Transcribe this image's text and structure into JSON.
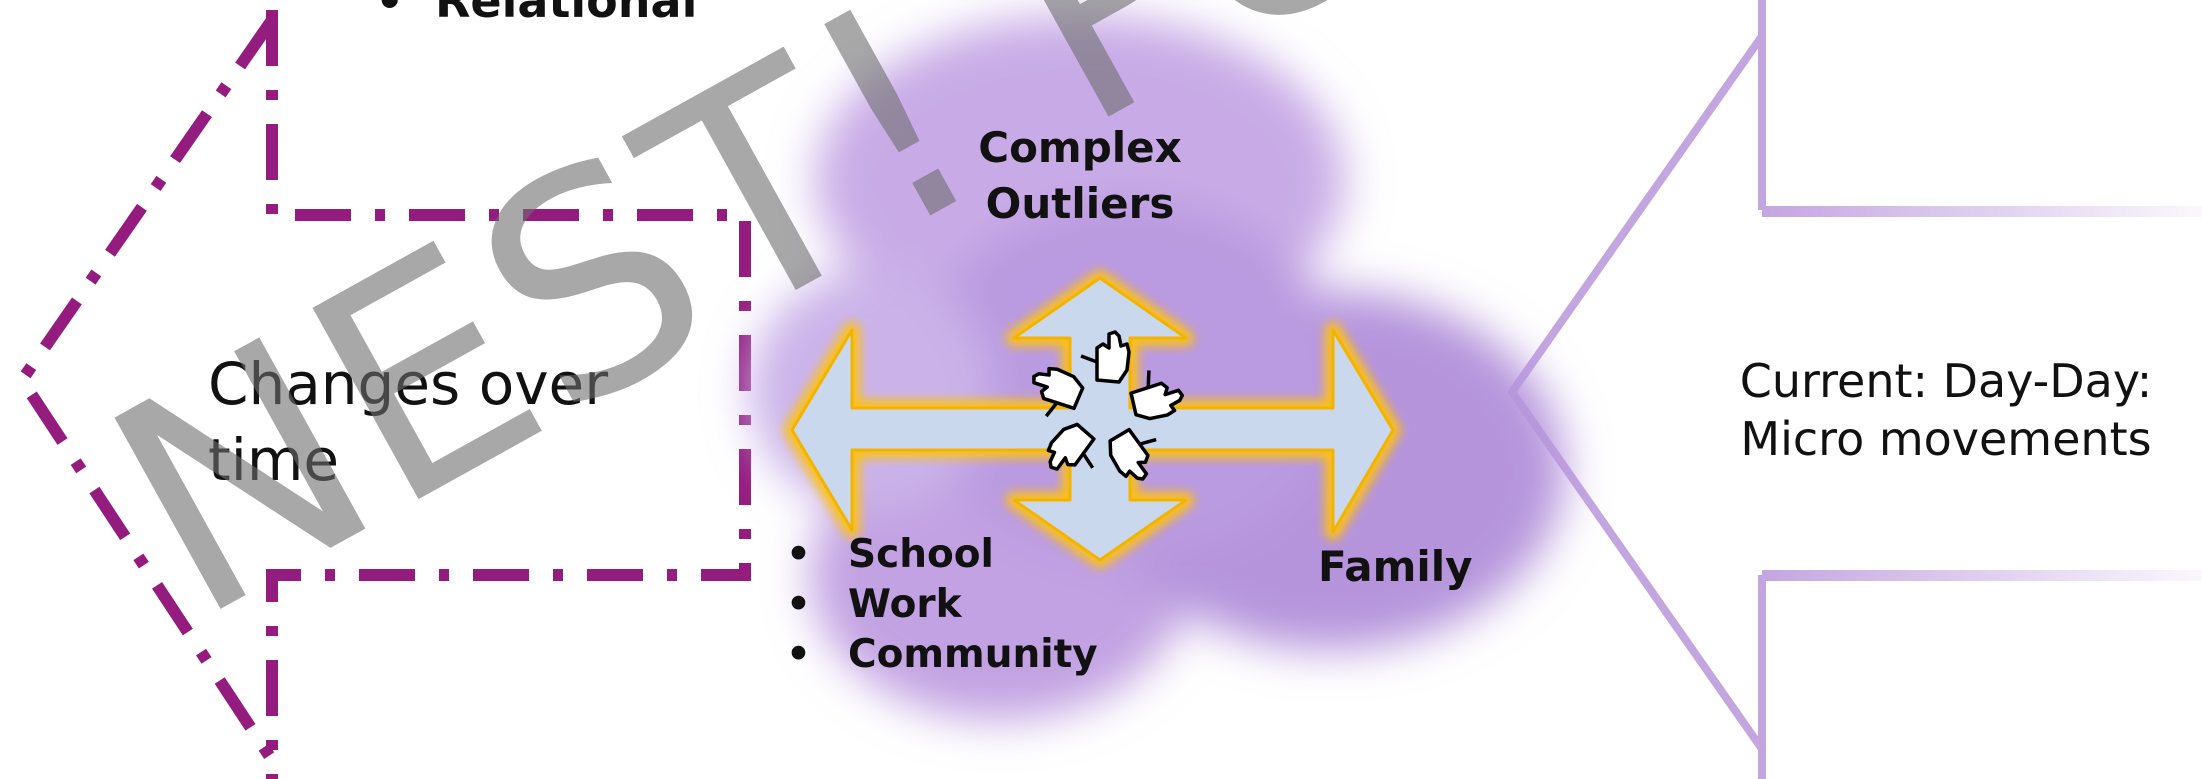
{
  "top_bullet": "Relational",
  "changes_text": [
    "Changes over",
    "time"
  ],
  "current_text": [
    "Current: Day-Day:",
    "Micro movements"
  ],
  "diagram": {
    "top_label": [
      "Complex",
      "Outliers"
    ],
    "right_label": "Family",
    "list_items": [
      "School",
      "Work",
      "Community"
    ]
  },
  "watermark": "NEST! Perspective©",
  "colors": {
    "dash_purple": "#951c7f",
    "chevron_lilac": "#c3a6e0",
    "cloud_purple": "#b38fd9",
    "arrow_glow": "#ffc20e",
    "arrow_fill": "#c9d8ec"
  },
  "icons": {
    "center": "hands-circle-icon"
  }
}
